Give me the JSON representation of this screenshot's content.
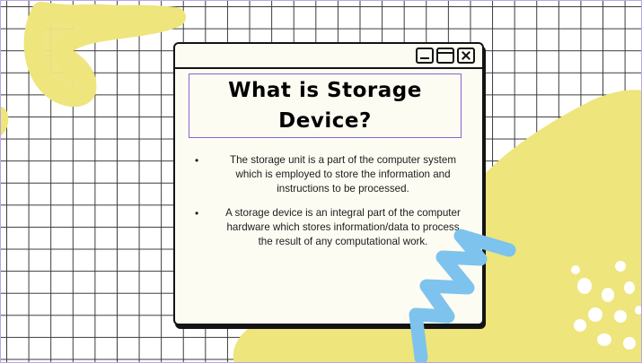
{
  "slide": {
    "title": "What is Storage Device?",
    "bullets": [
      "The storage unit is a part of the computer system which is employed to store the information and instructions to be processed.",
      "A storage device is an integral part of the computer hardware which stores information/data to process the result of any computational work."
    ]
  },
  "window_controls": {
    "minimize_icon": "minimize-icon",
    "maximize_icon": "maximize-icon",
    "close_icon": "close-icon"
  },
  "colors": {
    "grid_line": "#3a3a3a",
    "yellow_blob": "#eee57c",
    "blue_squiggle": "#7dc3ee",
    "window_bg": "#fdfcf3",
    "title_border": "#8a63d2",
    "slide_border": "#b9a6e6"
  }
}
